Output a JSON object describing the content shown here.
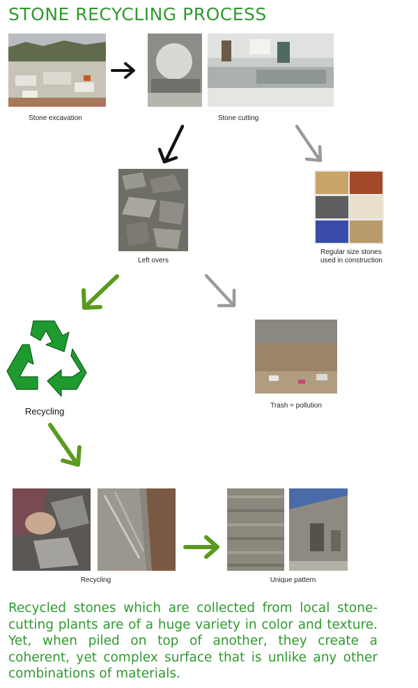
{
  "title": "STONE RECYCLING PROCESS",
  "captions": {
    "excavation": "Stone excavation",
    "cutting": "Stone cutting",
    "leftovers": "Left overs",
    "regular": "Regular size stones used in construction",
    "recycling_icon": "Recycling",
    "trash": "Trash = pollution",
    "recycling_photos": "Recycling",
    "unique": "Unique pattern"
  },
  "description": "Recycled stones which are collected from local stone-cutting plants are of a huge variety in color and texture. Yet, when piled on top of another, they create a coherent, yet complex surface that is unlike any other combinations of materials.",
  "colors": {
    "title_green": "#2e9a2e",
    "arrow_green": "#5a9a1f",
    "arrow_black": "#111111",
    "arrow_gray": "#9a9a9a"
  },
  "swatch_colors": [
    "#c9a46a",
    "#a4482a",
    "#5e5e60",
    "#e8e0cc",
    "#3b4ba8",
    "#b99a6a"
  ],
  "icons": [
    "recycle-icon",
    "arrow-right-icon",
    "arrow-down-left-icon",
    "arrow-down-right-icon"
  ]
}
